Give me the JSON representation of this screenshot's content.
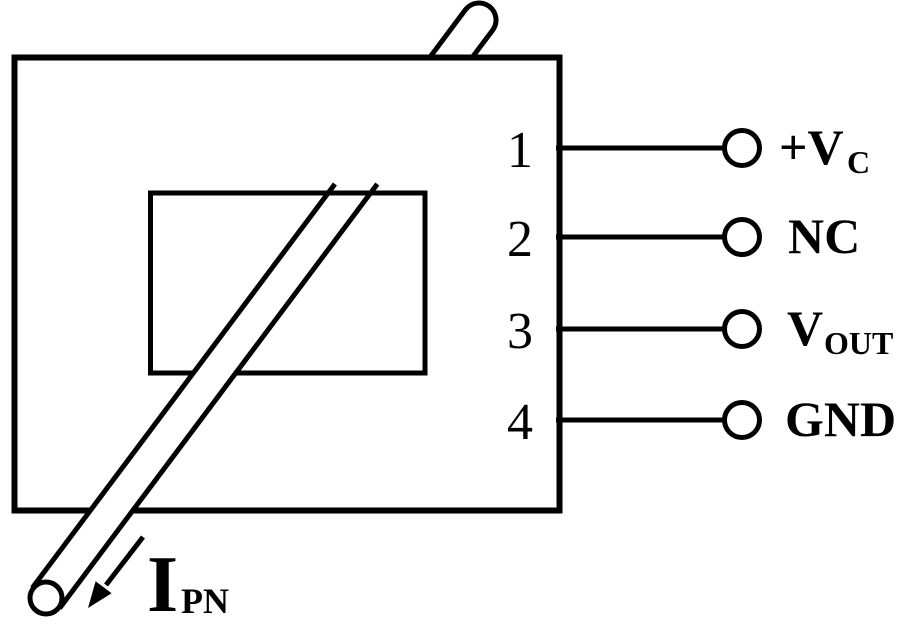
{
  "colors": {
    "ink": "#000000",
    "background": "#ffffff"
  },
  "sensor": {
    "pins": [
      {
        "number": "1",
        "label": "+V",
        "label_sub": "C"
      },
      {
        "number": "2",
        "label": "NC"
      },
      {
        "number": "3",
        "label": "V",
        "label_sub": "OUT"
      },
      {
        "number": "4",
        "label": "GND"
      }
    ],
    "primary_current": {
      "symbol": "I",
      "symbol_sub": "PN"
    }
  }
}
